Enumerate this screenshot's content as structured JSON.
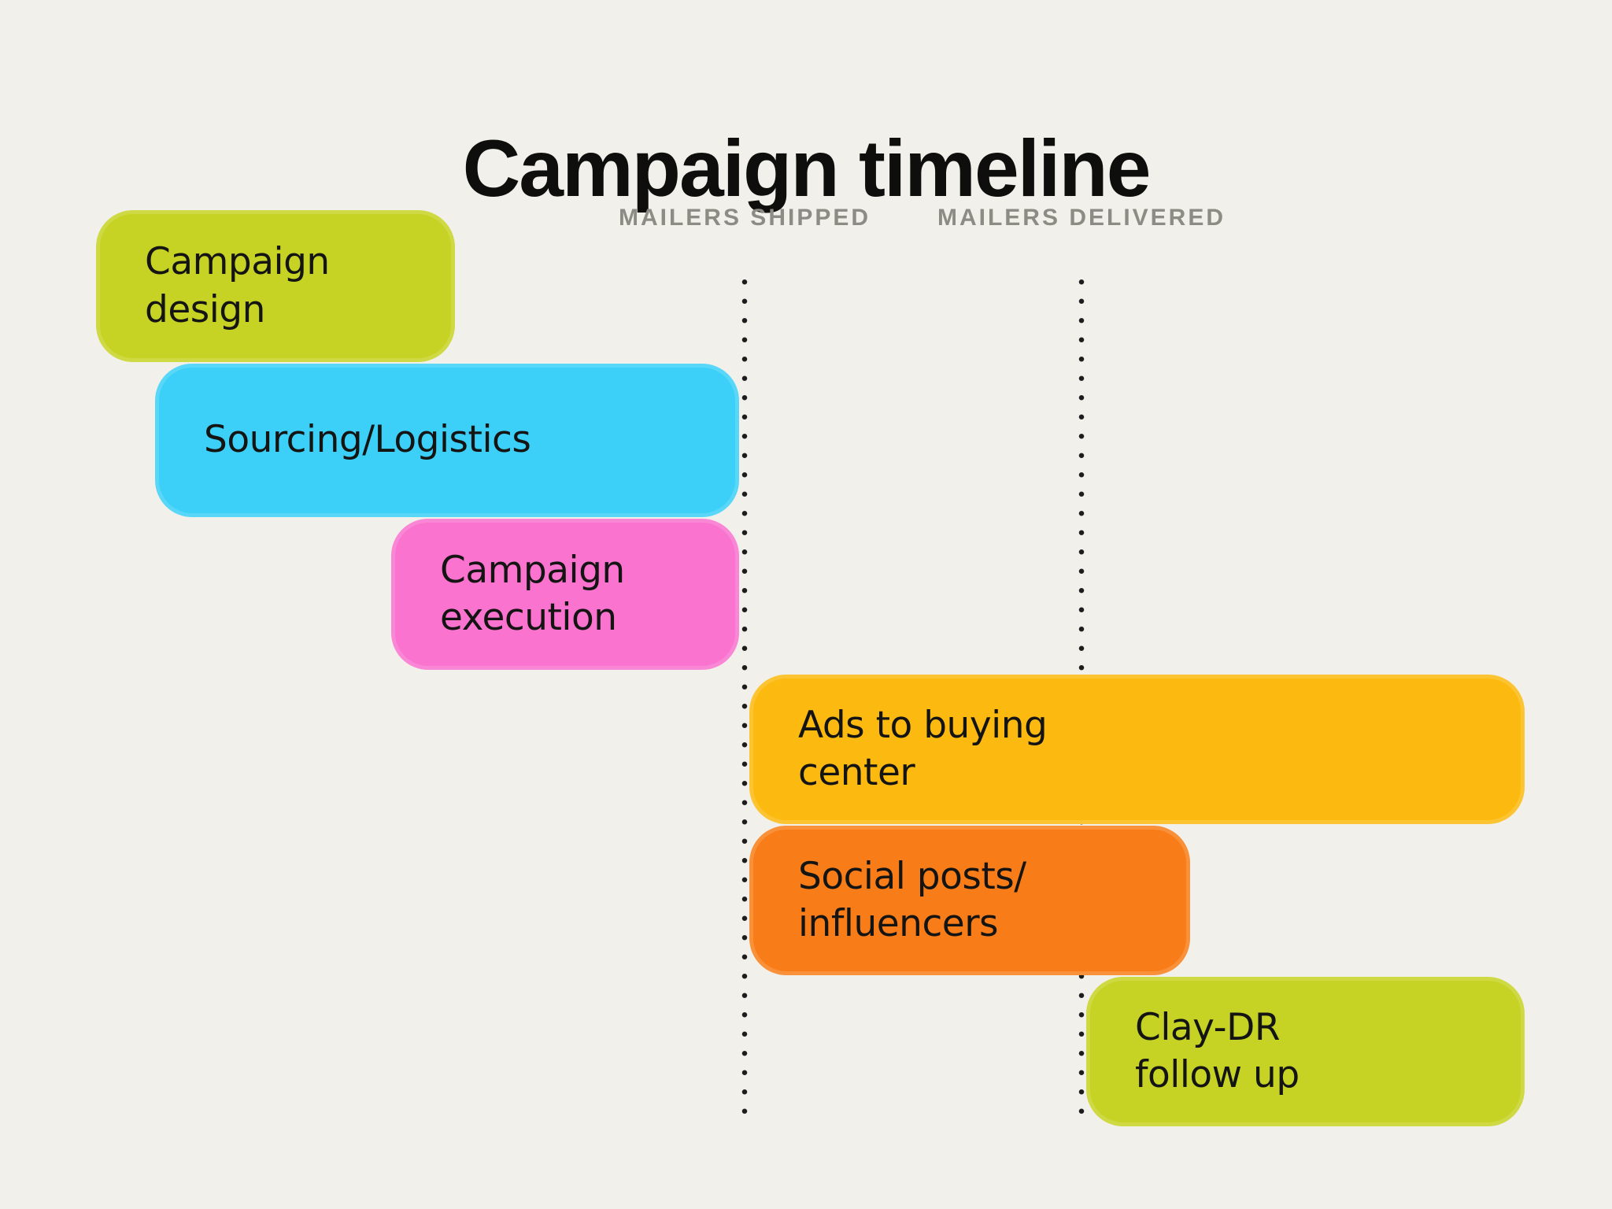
{
  "page": {
    "background_color": "#f2f0eb",
    "title_color": "#0e0e0d",
    "bar_text_color": "#141413",
    "milestone_label_color": "#8c8b84",
    "dotted_line_color": "#1c1c1c"
  },
  "title": "Campaign timeline",
  "chart_data": {
    "type": "bar",
    "subtype": "gantt-timeline",
    "title": "Campaign timeline",
    "axes": "implicit left-to-right time axis, no tick labels",
    "gridlines": "two vertical dotted milestone lines",
    "milestones": [
      {
        "label": "MAILERS SHIPPED",
        "x_frac": 0.46
      },
      {
        "label": "MAILERS DELIVERED",
        "x_frac": 0.67
      }
    ],
    "tasks": [
      {
        "label": "Campaign design",
        "display": "Campaign\ndesign",
        "row": 1,
        "start_frac": 0.06,
        "end_frac": 0.28,
        "relation": "ends before mailers shipped",
        "color": "#c6d324"
      },
      {
        "label": "Sourcing/Logistics",
        "display": "Sourcing/Logistics",
        "row": 2,
        "start_frac": 0.1,
        "end_frac": 0.46,
        "relation": "ends at mailers shipped",
        "color": "#3cd0f8"
      },
      {
        "label": "Campaign execution",
        "display": "Campaign\nexecution",
        "row": 3,
        "start_frac": 0.24,
        "end_frac": 0.46,
        "relation": "ends at mailers shipped",
        "color": "#f973cf"
      },
      {
        "label": "Ads to buying center",
        "display": "Ads to buying\ncenter",
        "row": 4,
        "start_frac": 0.46,
        "end_frac": 0.95,
        "relation": "starts at mailers shipped",
        "color": "#fcba10"
      },
      {
        "label": "Social posts/influencers",
        "display": "Social posts/\ninfluencers",
        "row": 5,
        "start_frac": 0.46,
        "end_frac": 0.74,
        "relation": "starts at mailers shipped",
        "color": "#f87d18"
      },
      {
        "label": "Clay-DR follow up",
        "display": "Clay-DR\nfollow up",
        "row": 6,
        "start_frac": 0.67,
        "end_frac": 0.95,
        "relation": "starts at mailers delivered",
        "color": "#c6d324"
      }
    ]
  }
}
